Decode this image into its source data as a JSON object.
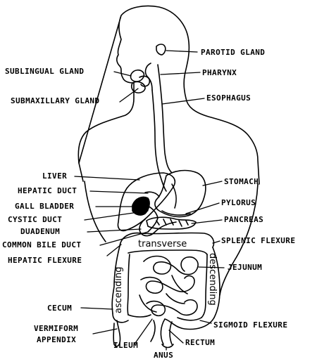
{
  "labels": {
    "parotid_gland": "PAROTID GLAND",
    "sublingual_gland": "SUBLINGUAL GLAND",
    "pharynx": "PHARYNX",
    "submaxillary_gland": "SUBMAXILLARY GLAND",
    "esophagus": "ESOPHAGUS",
    "liver": "LIVER",
    "stomach": "STOMACH",
    "hepatic_duct": "HEPATIC DUCT",
    "gall_bladder": "GALL BLADDER",
    "pylorus": "PYLORUS",
    "cystic_duct": "CYSTIC DUCT",
    "pancreas": "PANCREAS",
    "duadenum": "DUADENUM",
    "common_bile_duct": "COMMON BILE DUCT",
    "splenic_flexure": "SPLENIC FLEXURE",
    "hepatic_flexure": "HEPATIC FLEXURE",
    "jejunum": "JEJUNUM",
    "cecum": "CECUM",
    "vermiform": "VERMIFORM",
    "appendix": "APPENDIX",
    "sigmoid_flexure": "SIGMOID FLEXURE",
    "ileum": "ILEUM",
    "rectum": "RECTUM",
    "anus": "ANUS"
  },
  "colon_segments": {
    "transverse": "transverse",
    "ascending": "ascending",
    "descending": "descending"
  }
}
